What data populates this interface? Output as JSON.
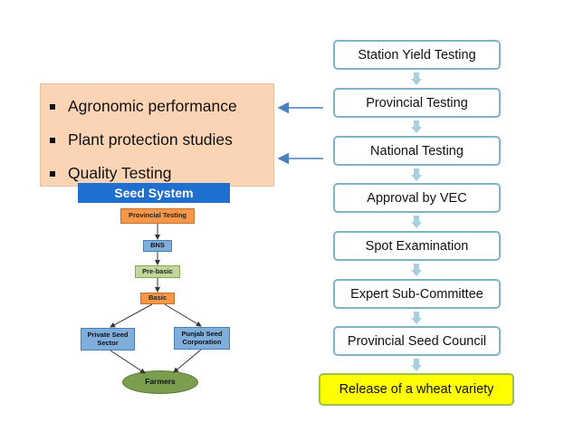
{
  "process_steps": [
    "Station Yield Testing",
    "Provincial Testing",
    "National Testing",
    "Approval by VEC",
    "Spot Examination",
    "Expert Sub-Committee",
    "Provincial Seed Council"
  ],
  "final_step": "Release of a wheat variety",
  "testing_criteria": [
    "Agronomic performance",
    "Plant protection studies",
    "Quality Testing"
  ],
  "seed_system": {
    "title": "Seed System",
    "nodes": {
      "provincial_testing": "Provincial Testing",
      "bns": "BNS",
      "pre_basic": "Pre-basic",
      "basic": "Basic",
      "private_seed_sector": "Private Seed Sector",
      "punjab_seed_corporation": "Punjab Seed Corporation",
      "farmers": "Farmers"
    }
  },
  "colors": {
    "step_border": "#7fb3c8",
    "arrow": "#a6cfe0",
    "final_fill": "#ffff00",
    "criteria_fill": "#fad4b4",
    "seed_title_fill": "#1f6fd0"
  }
}
